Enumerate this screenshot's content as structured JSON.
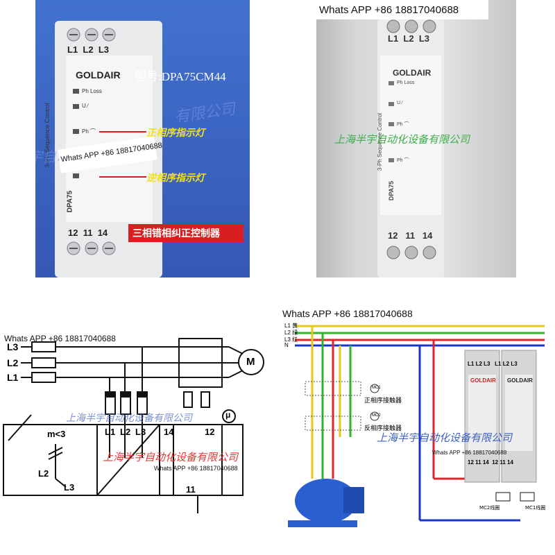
{
  "contact": {
    "whatsapp": "Whats APP +86 18817040688"
  },
  "company_watermark": "上海半宇自动化设备有限公司",
  "panel_tl": {
    "brand": "GOLDAIR",
    "model_label": "型号:DPA75CM44",
    "terminals_top": [
      "L1",
      "L2",
      "L3"
    ],
    "terminals_bottom": [
      "12",
      "11",
      "14"
    ],
    "led_ph_loss": "Ph Loss",
    "led_u": "U ⁄",
    "led_ph_cw": "Ph ⌒",
    "side_text": "3-Ph Sequence Control",
    "model_side": "DPA75",
    "pos_seq_label": "正相序指示灯",
    "neg_seq_label": "逆相序指示灯",
    "product_name": "三相错相纠正控制器",
    "watermark_partial": "有限公司",
    "watermark_partial2": "宇自动"
  },
  "panel_tr": {
    "brand": "GOLDAIR",
    "terminals_top": [
      "L1",
      "L2",
      "L3"
    ],
    "terminals_bottom": [
      "12",
      "11",
      "14"
    ],
    "led_ph_loss": "Ph Loss",
    "led_u": "U ⁄",
    "led_ph1": "Ph ⌒",
    "led_ph2": "Ph ⌒",
    "side_text": "3-Ph Sequence Control",
    "model_side": "DPA75"
  },
  "panel_bl": {
    "phases": [
      "L3",
      "L2",
      "L1"
    ],
    "motor": "M",
    "mu": "μ",
    "terminals": [
      "L1",
      "L2",
      "L3",
      "14",
      "12",
      "11"
    ],
    "m_label": "m<3",
    "coil_labels": [
      "L2",
      "L3"
    ]
  },
  "panel_br": {
    "lines": [
      "L1 黄",
      "L2 绿",
      "L3 红",
      "N"
    ],
    "mc1": "MC1",
    "mc2": "MC2",
    "forward_contactor": "正相序接触器",
    "reverse_contactor": "反相序接触器",
    "brand": "GOLDAIR",
    "terminals_top": [
      "L1",
      "L2",
      "L3",
      "L1",
      "L2",
      "L3"
    ],
    "terminals_bottom": [
      "12",
      "11",
      "14",
      "12",
      "11",
      "14"
    ],
    "mc2_coil": "MC2线圈",
    "mc1_coil": "MC1线圈"
  },
  "colors": {
    "yellow": "#e6c817",
    "green": "#2fb52a",
    "red": "#e0262a",
    "blue": "#1a34c8",
    "watermark": "#3c5fc8",
    "panel_bg_tl": "#3a67c4"
  }
}
